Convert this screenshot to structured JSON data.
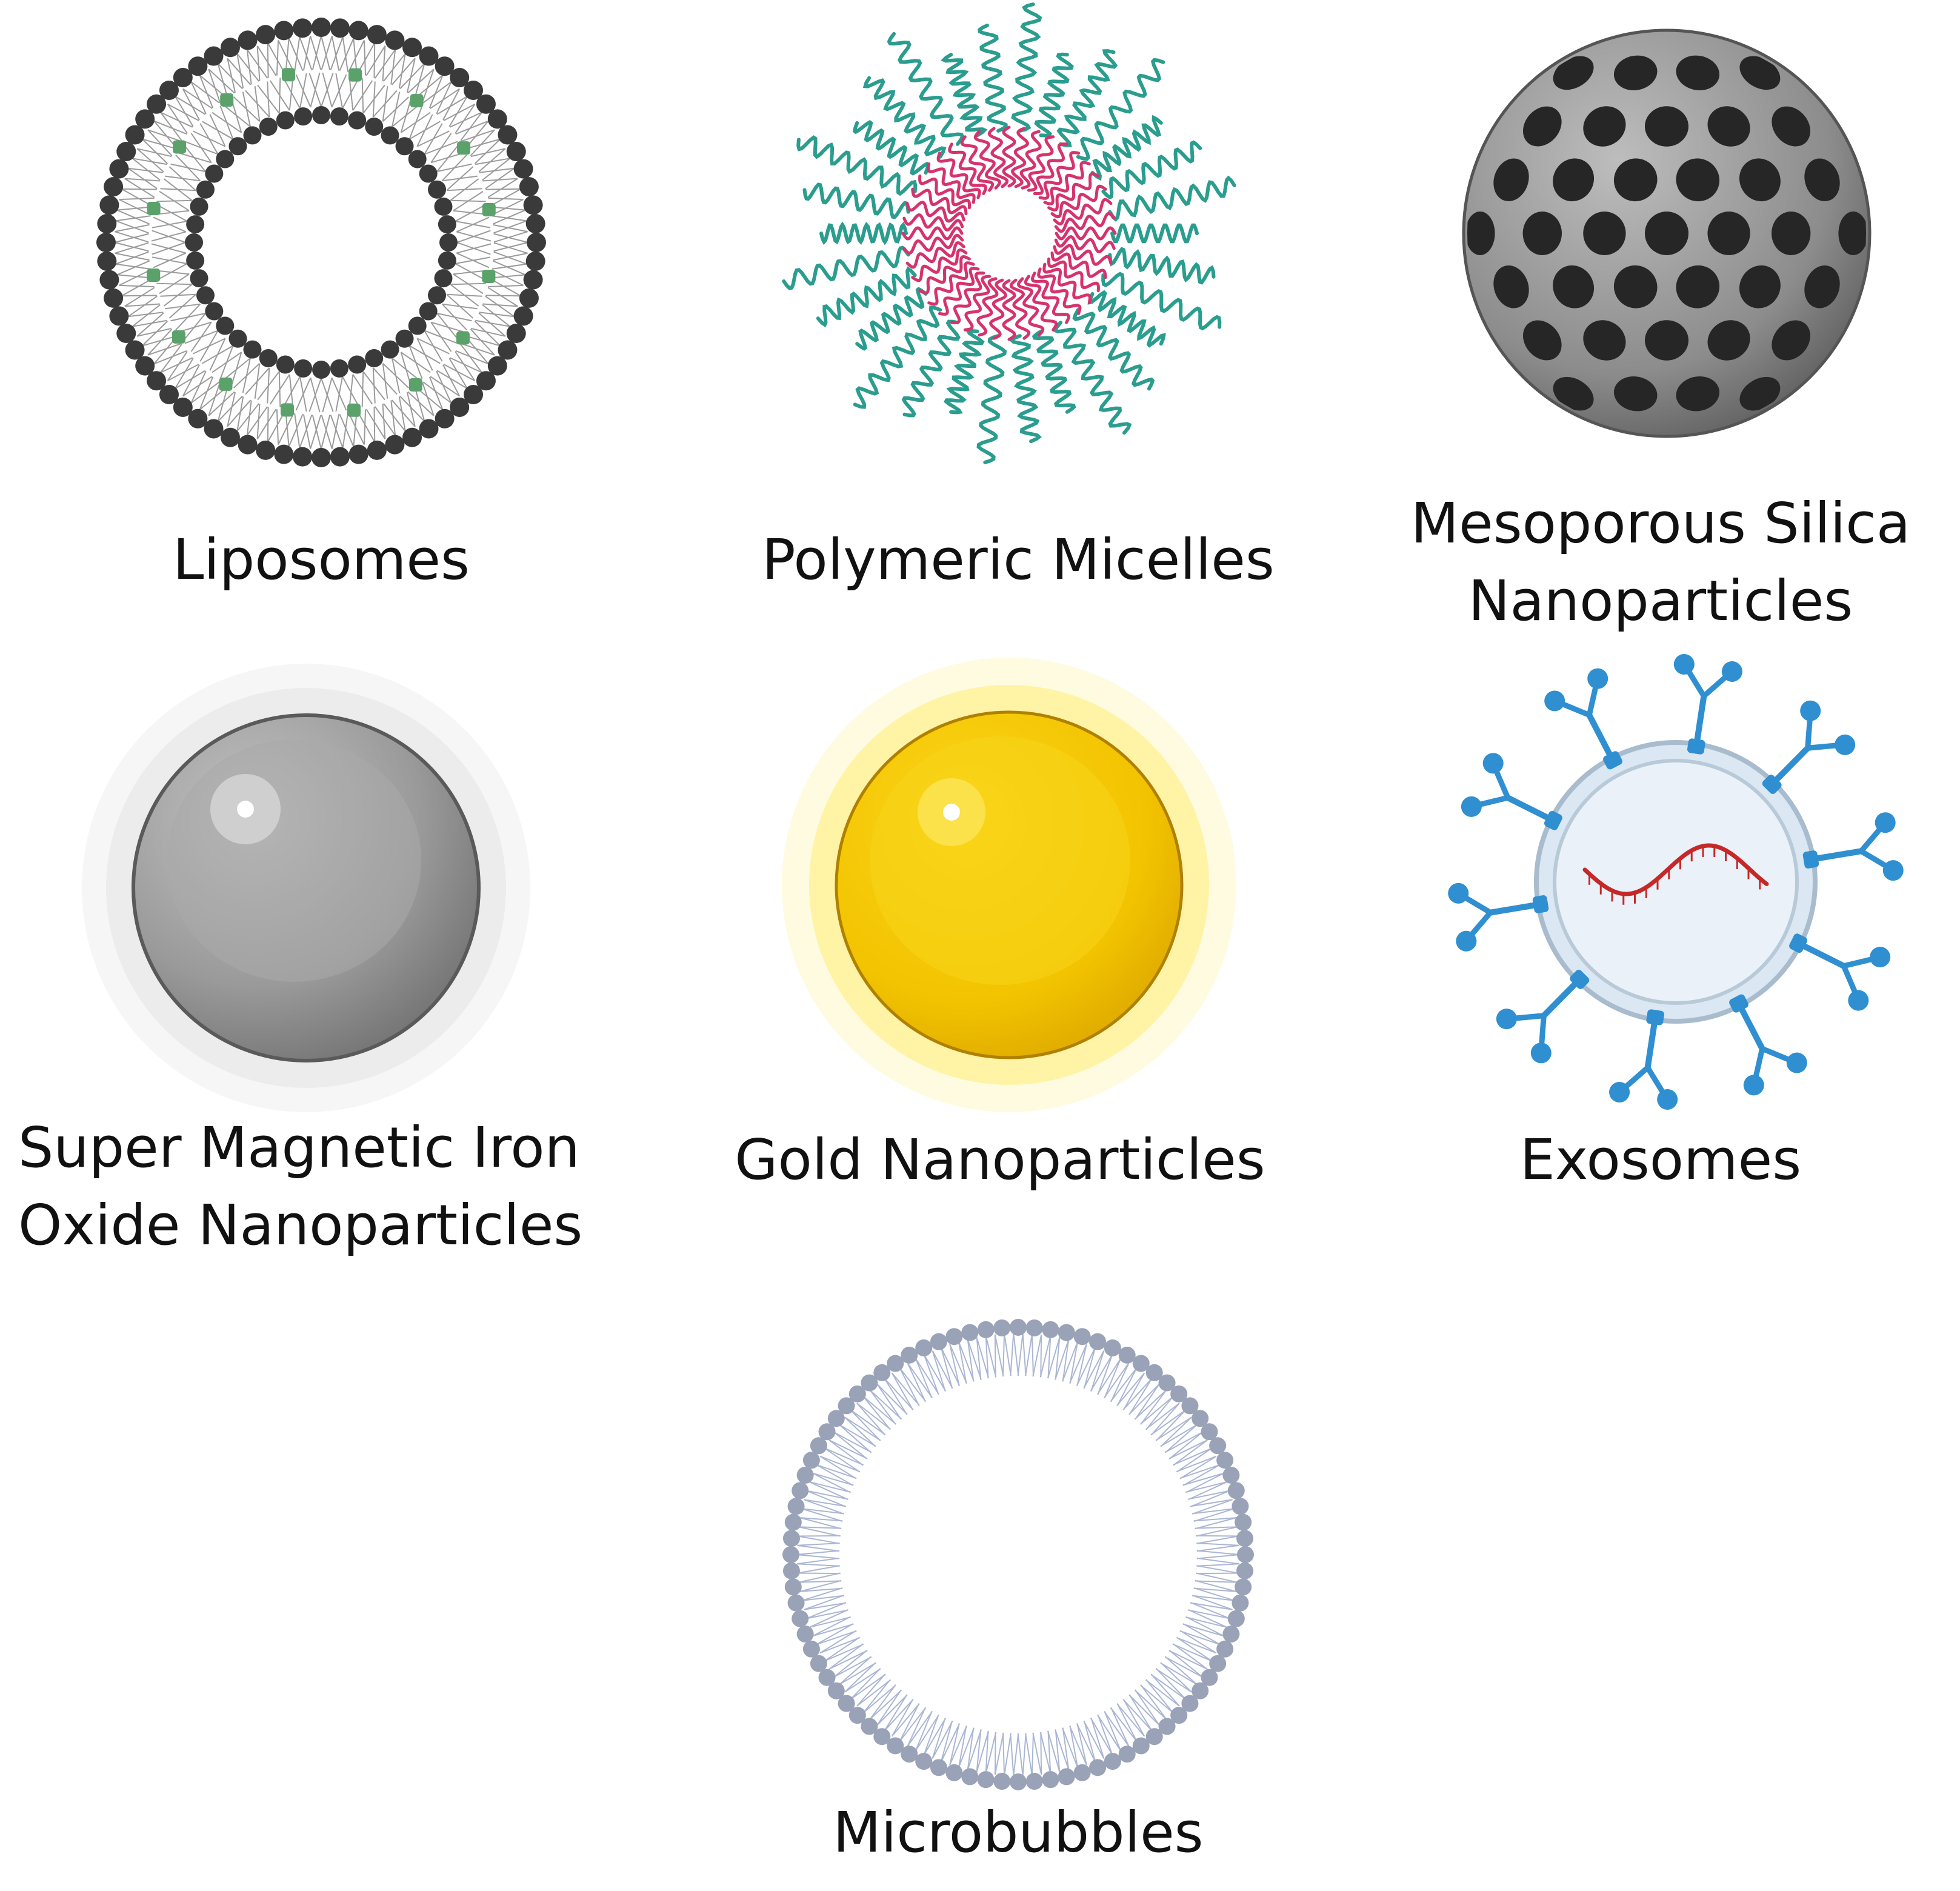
{
  "items": [
    {
      "id": "liposomes",
      "lines": [
        "Liposomes"
      ]
    },
    {
      "id": "polymeric-micelles",
      "lines": [
        "Polymeric Micelles"
      ]
    },
    {
      "id": "mesoporous-silica",
      "lines": [
        "Mesoporous Silica",
        "Nanoparticles"
      ]
    },
    {
      "id": "spion",
      "lines": [
        "Super Magnetic Iron",
        "Oxide Nanoparticles"
      ]
    },
    {
      "id": "gold",
      "lines": [
        "Gold Nanoparticles"
      ]
    },
    {
      "id": "exosomes",
      "lines": [
        "Exosomes"
      ]
    },
    {
      "id": "microbubbles",
      "lines": [
        "Microbubbles"
      ]
    }
  ],
  "colors": {
    "lipid_head": "#3a3a3a",
    "cargo": "#5aa26a",
    "micelle_core": "#d6336c",
    "micelle_shell": "#2a9d8f",
    "silica": "#8a8a8a",
    "silica_pore": "#262626",
    "iron": "#8f8f8f",
    "gold": "#f2c300",
    "gold_glow": "#fff3a6",
    "exosome_marker": "#2f8fd1",
    "exosome_rna": "#c62828",
    "bubble_head": "#9aa2b8"
  }
}
